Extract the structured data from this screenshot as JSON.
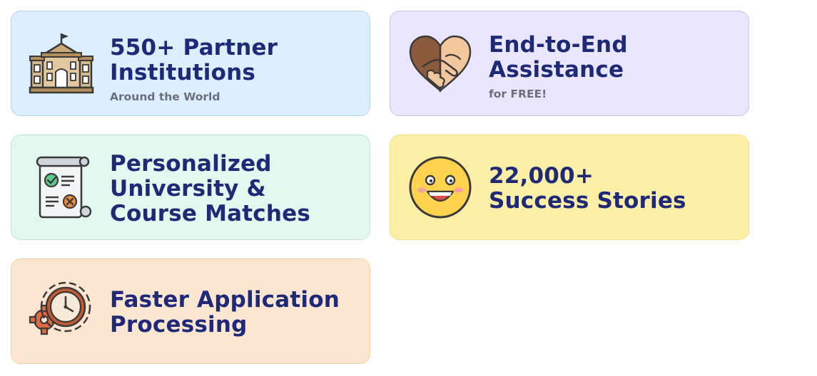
{
  "cards": [
    {
      "title": "550+ Partner\nInstitutions",
      "subtitle": "Around the World",
      "icon": "university-building-icon",
      "bg": "#dcefff"
    },
    {
      "title": "End-to-End\nAssistance",
      "subtitle": "for FREE!",
      "icon": "handshake-icon",
      "bg": "#e9e6fd"
    },
    {
      "title": "Personalized\nUniversity &\nCourse Matches",
      "subtitle": "",
      "icon": "checklist-scroll-icon",
      "bg": "#e3f8ee"
    },
    {
      "title": "22,000+\nSuccess Stories",
      "subtitle": "",
      "icon": "smiley-face-icon",
      "bg": "#fdf0a6"
    },
    {
      "title": "Faster Application\nProcessing",
      "subtitle": "",
      "icon": "clock-gear-icon",
      "bg": "#fde6d1"
    }
  ],
  "colors": {
    "title": "#1e2a78",
    "subtitle": "#6b6f7b"
  }
}
